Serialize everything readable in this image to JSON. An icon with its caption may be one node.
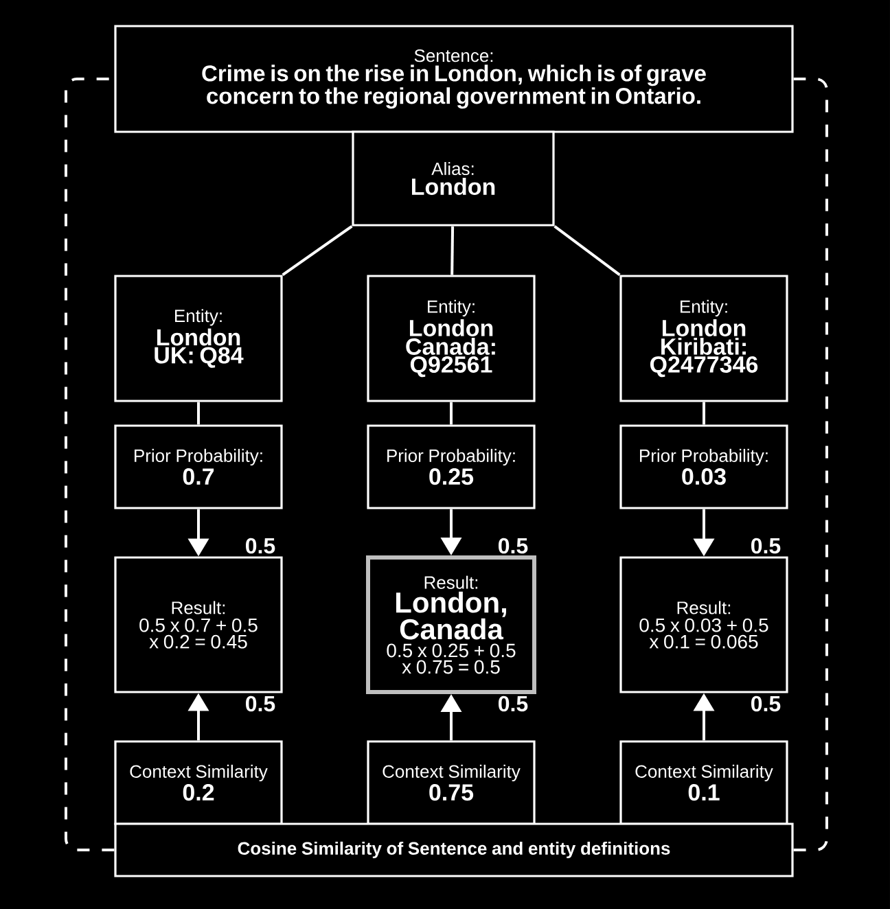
{
  "diagram": {
    "nodes": [
      {
        "text": [
          "Sentence:",
          "Crime is on the rise in London, which is of grave concern to the regional government in Ontario."
        ]
      },
      {
        "text": [
          "Alias:",
          "London"
        ]
      },
      {
        "text": [
          "Entity:",
          "London UK: Q84"
        ]
      },
      {
        "text": [
          "Entity:",
          "London Canada: Q92561"
        ]
      },
      {
        "text": [
          "Entity:",
          "London Kiribati: Q2477346"
        ]
      },
      {
        "text": [
          "Prior Probability:",
          "0.7"
        ]
      },
      {
        "text": [
          "Prior Probability:",
          "0.25"
        ]
      },
      {
        "text": [
          "Prior Probability:",
          "0.03"
        ]
      },
      {
        "text": [
          "Result:",
          "0.5 x 0.7 + 0.5 x 0.2 = 0.45"
        ]
      },
      {
        "text": [
          "Result:",
          "London, Canada",
          "0.5 x 0.25 + 0.5 x 0.75 = 0.5"
        ]
      },
      {
        "text": [
          "Result:",
          "0.5 x 0.03 + 0.5 x 0.1 = 0.065"
        ]
      },
      {
        "text": [
          "Context Similarity",
          "0.2"
        ]
      },
      {
        "text": [
          "Context Similarity",
          "0.75"
        ]
      },
      {
        "text": [
          "Context Similarity",
          "0.1"
        ]
      },
      {
        "text": [
          "Cosine Similarity of Sentence and entity definitions"
        ]
      }
    ],
    "edges": [
      {
        "from": 1,
        "to": 2,
        "arrow": "none"
      },
      {
        "from": 1,
        "to": 3,
        "arrow": "none"
      },
      {
        "from": 1,
        "to": 4,
        "arrow": "none"
      },
      {
        "from": 2,
        "to": 5,
        "arrow": "none"
      },
      {
        "from": 3,
        "to": 6,
        "arrow": "none"
      },
      {
        "from": 4,
        "to": 7,
        "arrow": "none"
      },
      {
        "from": 5,
        "to": 8,
        "arrow": "to",
        "label": "0.5"
      },
      {
        "from": 6,
        "to": 9,
        "arrow": "to",
        "label": "0.5"
      },
      {
        "from": 7,
        "to": 10,
        "arrow": "to",
        "label": "0.5"
      },
      {
        "from": 11,
        "to": 8,
        "arrow": "to",
        "label": "0.5"
      },
      {
        "from": 12,
        "to": 9,
        "arrow": "to",
        "label": "0.5"
      },
      {
        "from": 13,
        "to": 10,
        "arrow": "to",
        "label": "0.5"
      },
      {
        "from": 14,
        "to": 0,
        "arrow": "none",
        "style": "dashed"
      },
      {
        "from": 14,
        "to": 0,
        "arrow": "none",
        "style": "dashed"
      }
    ]
  }
}
